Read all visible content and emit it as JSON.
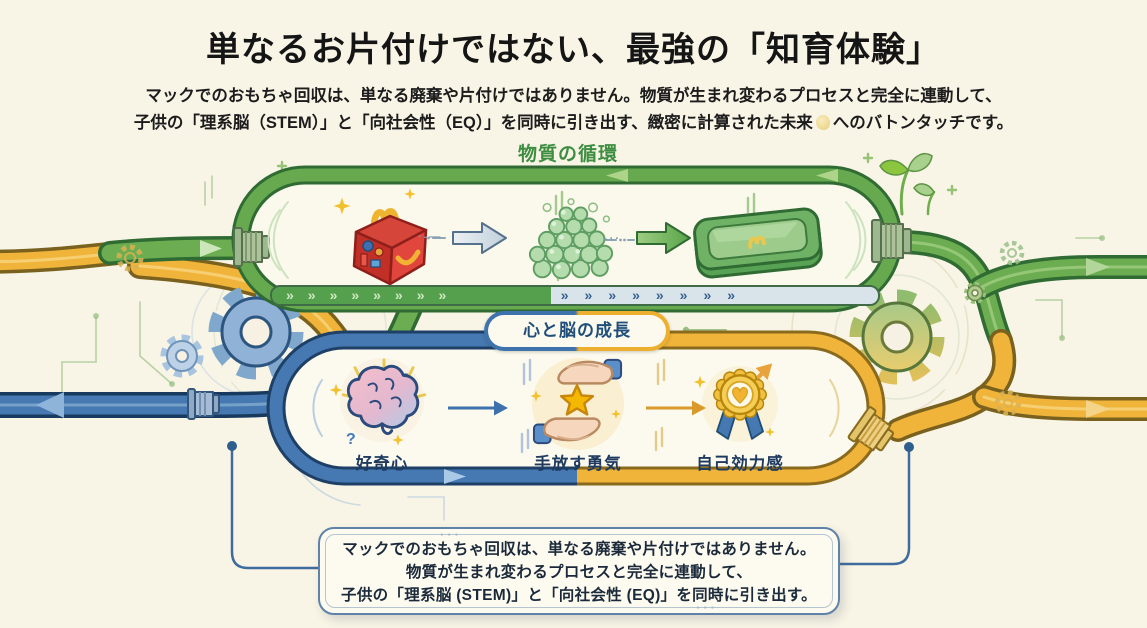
{
  "header": {
    "title": "単なるお片付けではない、最強の「知育体験」",
    "subtitle_line1": "マックでのおもちゃ回収は、単なる廃棄や片付けではありません。物質が生まれ変わるプロセスと完全に連動して、",
    "subtitle_line2_pre": "子供の「理系脳（STEM）」と「向社会性（EQ）」を同時に引き出す、緻密に計算された未来",
    "subtitle_line2_post": "へのバトンタッチです。"
  },
  "material_loop": {
    "label": "物質の循環",
    "steps": [
      {
        "icon": "happy-meal-box-icon"
      },
      {
        "icon": "recycled-pellets-icon"
      },
      {
        "icon": "green-tray-icon"
      }
    ],
    "conveyor": {
      "chevrons_left": "»»»»»»»»",
      "chevrons_right": "»»»»»»»»"
    }
  },
  "growth_loop": {
    "label": "心と脳の成長",
    "steps": [
      {
        "icon": "brain-icon",
        "label": "好奇心"
      },
      {
        "icon": "giving-hands-icon",
        "label": "手放す勇気"
      },
      {
        "icon": "medal-icon",
        "label": "自己効力感"
      }
    ]
  },
  "summary_box": {
    "line1": "マックでのおもちゃ回収は、単なる廃棄や片付けではありません。",
    "line2": "物質が生まれ変わるプロセスと完全に連動して、",
    "line3": "子供の「理系脳 (STEM)」と「向社会性 (EQ)」を同時に引き出す。"
  },
  "icons": {
    "future_spark": "soft-yellow-orb"
  },
  "colors": {
    "background": "#F8F4E6",
    "green": "#66A94F",
    "green_dark": "#2F6B33",
    "blue": "#4679B2",
    "blue_dark": "#1E4066",
    "yellow": "#F0B43A",
    "yellow_dark": "#8A6A1C",
    "label_green": "#3E8E41",
    "label_navy": "#1E3A5F",
    "box_border": "#5E82A8",
    "happy_meal_red": "#D93C31"
  }
}
